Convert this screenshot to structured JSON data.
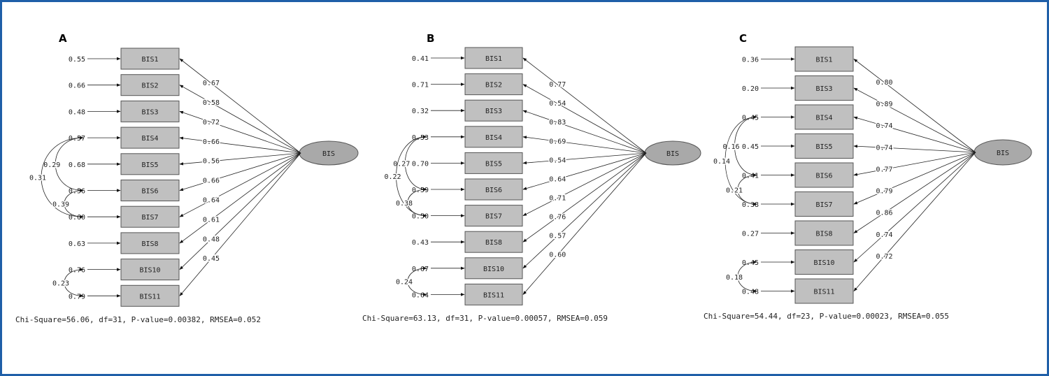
{
  "panels": [
    {
      "letter": "A",
      "latent": "BIS",
      "fit": "Chi-Square=56.06, df=31, P-value=0.00382, RMSEA=0.052",
      "items": [
        {
          "label": "BIS1",
          "error": "0.55",
          "loading": "0.67"
        },
        {
          "label": "BIS2",
          "error": "0.66",
          "loading": "0.58"
        },
        {
          "label": "BIS3",
          "error": "0.48",
          "loading": "0.72"
        },
        {
          "label": "BIS4",
          "error": "0.57",
          "loading": "0.66"
        },
        {
          "label": "BIS5",
          "error": "0.68",
          "loading": "0.56"
        },
        {
          "label": "BIS6",
          "error": "0.56",
          "loading": "0.66"
        },
        {
          "label": "BIS7",
          "error": "0.60",
          "loading": "0.64"
        },
        {
          "label": "BIS8",
          "error": "0.63",
          "loading": "0.61"
        },
        {
          "label": "BIS10",
          "error": "0.76",
          "loading": "0.48"
        },
        {
          "label": "BIS11",
          "error": "0.79",
          "loading": "0.45"
        }
      ],
      "covariances": [
        {
          "from": 3,
          "to": 5,
          "value": "0.29"
        },
        {
          "from": 3,
          "to": 6,
          "value": "0.31"
        },
        {
          "from": 5,
          "to": 6,
          "value": "0.39"
        },
        {
          "from": 8,
          "to": 9,
          "value": "0.23"
        }
      ]
    },
    {
      "letter": "B",
      "latent": "BIS",
      "fit": "Chi-Square=63.13, df=31, P-value=0.00057, RMSEA=0.059",
      "items": [
        {
          "label": "BIS1",
          "error": "0.41",
          "loading": "0.77"
        },
        {
          "label": "BIS2",
          "error": "0.71",
          "loading": "0.54"
        },
        {
          "label": "BIS3",
          "error": "0.32",
          "loading": "0.83"
        },
        {
          "label": "BIS4",
          "error": "0.53",
          "loading": "0.69"
        },
        {
          "label": "BIS5",
          "error": "0.70",
          "loading": "0.54"
        },
        {
          "label": "BIS6",
          "error": "0.59",
          "loading": "0.64"
        },
        {
          "label": "BIS7",
          "error": "0.50",
          "loading": "0.71"
        },
        {
          "label": "BIS8",
          "error": "0.43",
          "loading": "0.76"
        },
        {
          "label": "BIS10",
          "error": "0.67",
          "loading": "0.57"
        },
        {
          "label": "BIS11",
          "error": "0.64",
          "loading": "0.60"
        }
      ],
      "covariances": [
        {
          "from": 3,
          "to": 5,
          "value": "0.27"
        },
        {
          "from": 3,
          "to": 6,
          "value": "0.22"
        },
        {
          "from": 5,
          "to": 6,
          "value": "0.38"
        },
        {
          "from": 8,
          "to": 9,
          "value": "0.24"
        }
      ]
    },
    {
      "letter": "C",
      "latent": "BIS",
      "fit": "Chi-Square=54.44, df=23, P-value=0.00023, RMSEA=0.055",
      "items": [
        {
          "label": "BIS1",
          "error": "0.36",
          "loading": "0.80"
        },
        {
          "label": "BIS3",
          "error": "0.20",
          "loading": "0.89"
        },
        {
          "label": "BIS4",
          "error": "0.45",
          "loading": "0.74"
        },
        {
          "label": "BIS5",
          "error": "0.45",
          "loading": "0.74"
        },
        {
          "label": "BIS6",
          "error": "0.41",
          "loading": "0.77"
        },
        {
          "label": "BIS7",
          "error": "0.38",
          "loading": "0.79"
        },
        {
          "label": "BIS8",
          "error": "0.27",
          "loading": "0.86"
        },
        {
          "label": "BIS10",
          "error": "0.45",
          "loading": "0.74"
        },
        {
          "label": "BIS11",
          "error": "0.48",
          "loading": "0.72"
        }
      ],
      "covariances": [
        {
          "from": 2,
          "to": 4,
          "value": "0.16"
        },
        {
          "from": 2,
          "to": 5,
          "value": "0.14"
        },
        {
          "from": 4,
          "to": 5,
          "value": "0.21"
        },
        {
          "from": 7,
          "to": 8,
          "value": "0.18"
        }
      ]
    }
  ]
}
